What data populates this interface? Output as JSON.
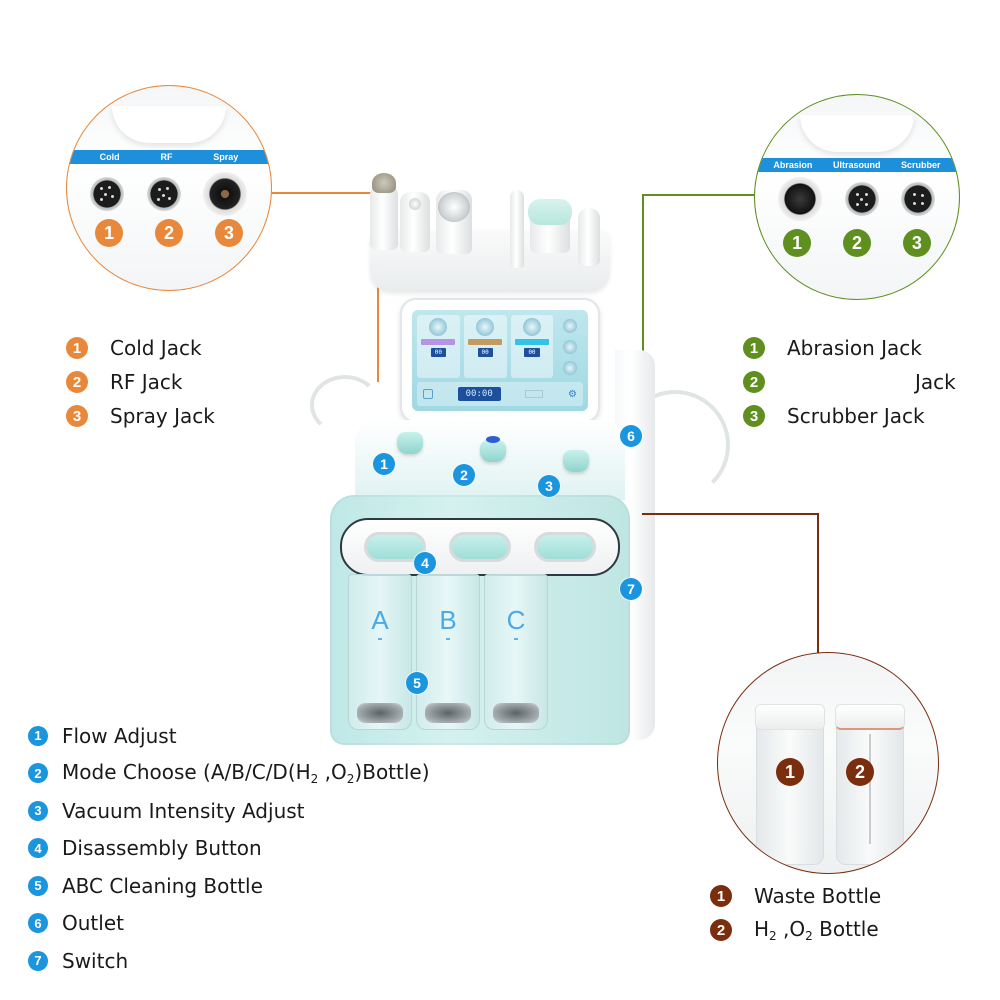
{
  "colors": {
    "orange": "#E8883A",
    "green": "#5F8F1F",
    "brown": "#7A2E0E",
    "blue": "#1B95DD",
    "panel_band": "#1E8FDA",
    "machine_teal": "#BFE8E6"
  },
  "left_callout": {
    "jack_labels": [
      "Cold",
      "RF",
      "Spray"
    ],
    "badges": [
      "1",
      "2",
      "3"
    ],
    "legend": [
      {
        "num": "1",
        "label": "Cold Jack"
      },
      {
        "num": "2",
        "label": "RF Jack"
      },
      {
        "num": "3",
        "label": "Spray Jack"
      }
    ]
  },
  "right_callout": {
    "jack_labels": [
      "Abrasion",
      "Ultrasound",
      "Scrubber"
    ],
    "badges": [
      "1",
      "2",
      "3"
    ],
    "legend": [
      {
        "num": "1",
        "label": "Abrasion Jack"
      },
      {
        "num": "2",
        "label": "Jack"
      },
      {
        "num": "3",
        "label": "Scrubber Jack"
      }
    ]
  },
  "bottle_callout": {
    "badges": [
      "1",
      "2"
    ],
    "legend": [
      {
        "num": "1",
        "label": "Waste Bottle"
      },
      {
        "num": "2",
        "label_parts": [
          "H",
          "2",
          " ,O",
          "2",
          " Bottle"
        ]
      }
    ]
  },
  "machine": {
    "screen": {
      "card_values": [
        "00",
        "00",
        "00"
      ],
      "timer": "00:00",
      "settings_icon": "gear-icon"
    },
    "bottle_letters": [
      "A",
      "B",
      "C"
    ],
    "markers": [
      "1",
      "2",
      "3",
      "4",
      "5",
      "6",
      "7"
    ]
  },
  "parts_legend": [
    {
      "num": "1",
      "label": "Flow Adjust"
    },
    {
      "num": "2",
      "label_parts": [
        "Mode Choose (A/B/C/D(H",
        "2",
        " ,O",
        "2",
        ")Bottle)"
      ]
    },
    {
      "num": "3",
      "label": "Vacuum Intensity Adjust"
    },
    {
      "num": "4",
      "label": "Disassembly Button"
    },
    {
      "num": "5",
      "label": "ABC Cleaning Bottle"
    },
    {
      "num": "6",
      "label": "Outlet"
    },
    {
      "num": "7",
      "label": "Switch"
    }
  ]
}
